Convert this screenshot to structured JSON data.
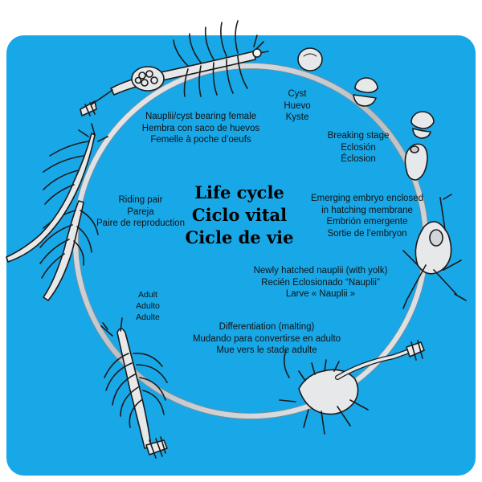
{
  "center_title": [
    "Life cycle",
    "Ciclo vital",
    "Cicle de vie"
  ],
  "stages": {
    "cyst": [
      "Cyst",
      "Huevo",
      "Kyste"
    ],
    "breaking": [
      "Breaking stage",
      "Eclosión",
      "Éclosion"
    ],
    "emerging": [
      "Emerging embryo enclosed",
      "in hatching membrane",
      "Embrión emergente",
      "Sortie de l’embryon"
    ],
    "nauplii": [
      "Newly hatched nauplii (with yolk)",
      "Recién Eclosionado “Nauplii”",
      "Larve « Nauplii »"
    ],
    "differentiation": [
      "Differentiation (malting)",
      "Mudando para convertirse en adulto",
      "Mue vers le stade adulte"
    ],
    "adult": [
      "Adult",
      "Adulto",
      "Adulte"
    ],
    "riding": [
      "Riding pair",
      "Pareja",
      "Paire de reproduction"
    ],
    "female": [
      "Nauplii/cyst bearing female",
      "Hembra con saco de huevos",
      "Femelle à poche d’oeufs"
    ]
  },
  "colors": {
    "background": "#18a8e8",
    "ring": "#c8ccd0",
    "creature_fill": "#e6e8ea",
    "creature_stroke": "#1a1a1a",
    "text": "#111111"
  }
}
